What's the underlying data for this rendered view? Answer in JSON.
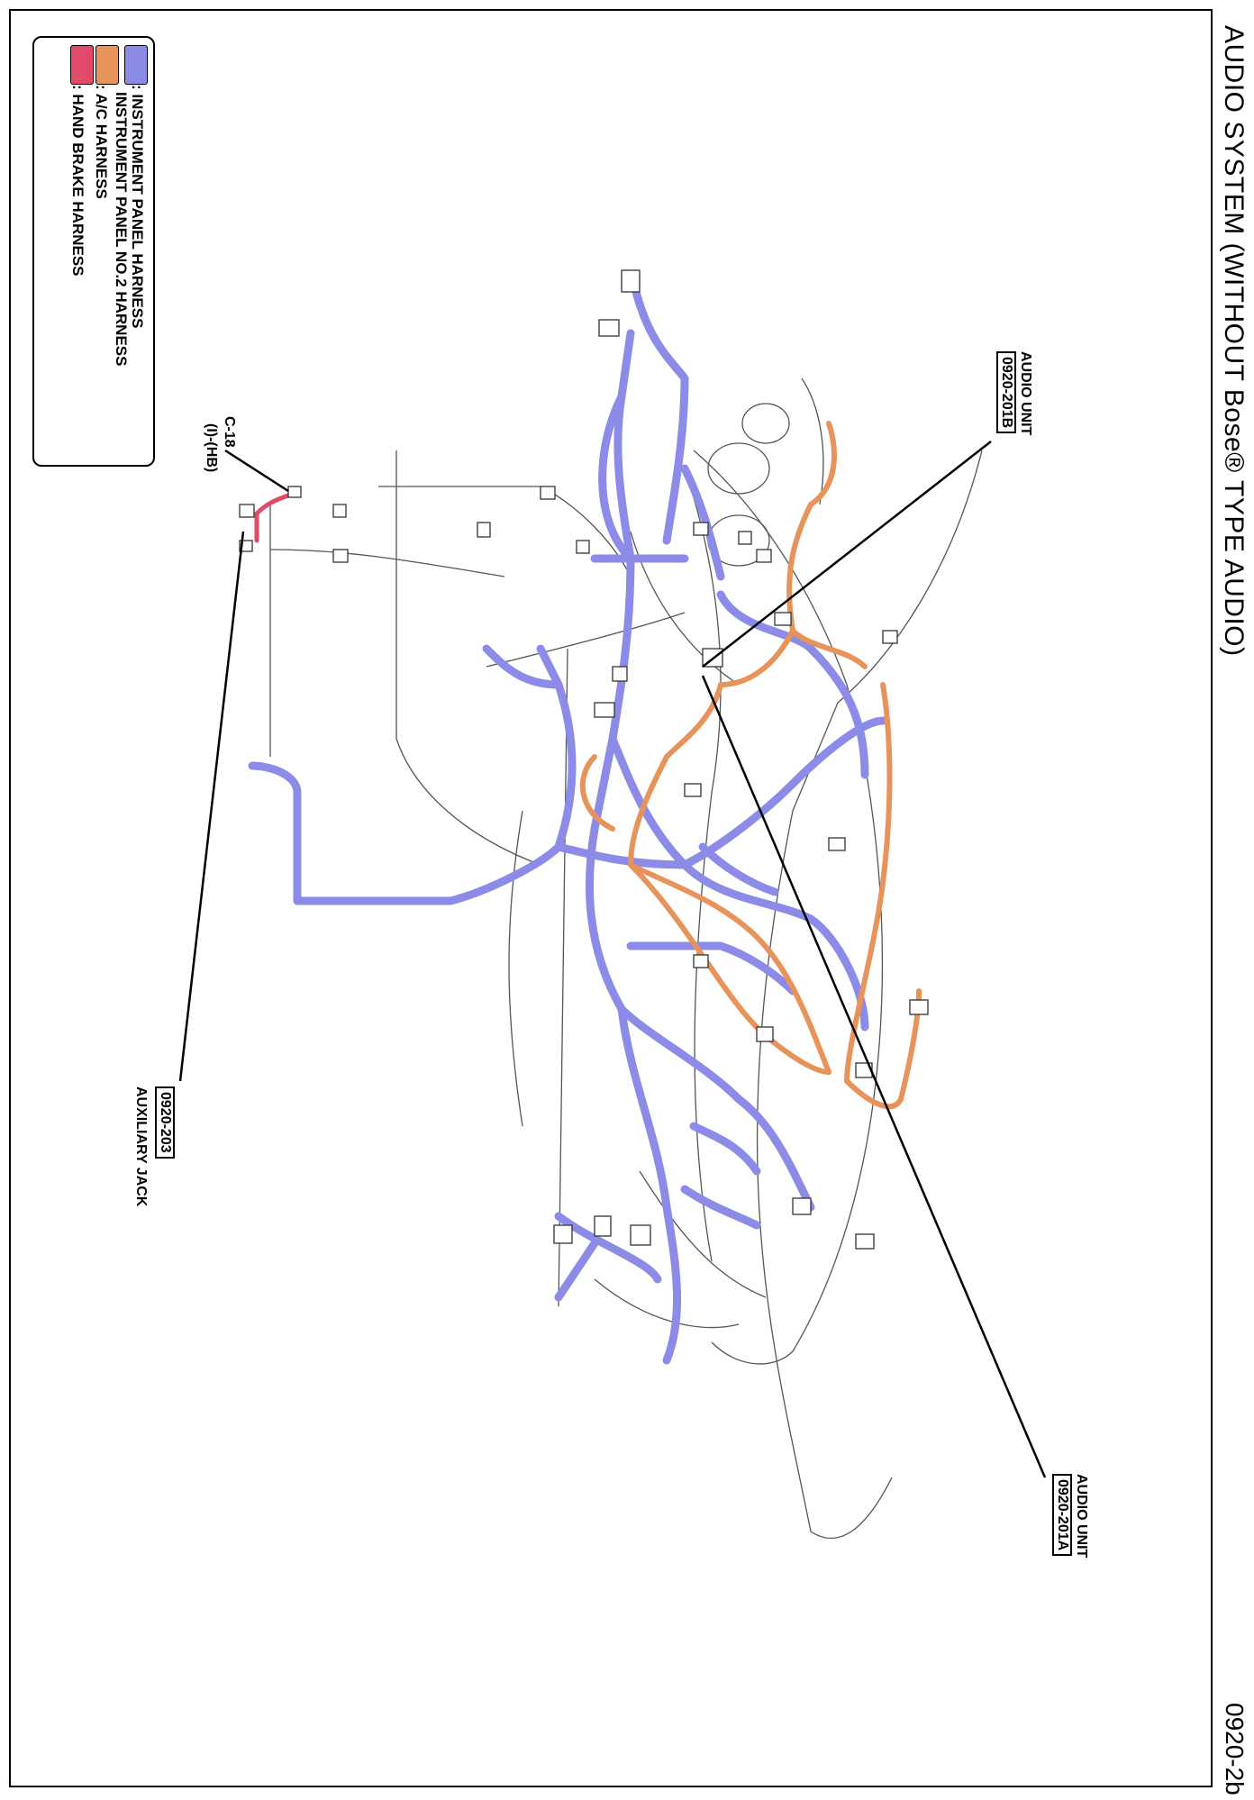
{
  "title": "AUDIO SYSTEM (WITHOUT Bose® TYPE AUDIO)",
  "page_code": "0920-2b",
  "legend": [
    {
      "label": ": INSTRUMENT PANEL HARNESS",
      "color": "#8c8ce8"
    },
    {
      "label": "INSTRUMENT PANEL NO.2 HARNESS",
      "color": "#8c8ce8"
    },
    {
      "label": ": A/C HARNESS",
      "color": "#e8935a"
    },
    {
      "label": ": HAND BRAKE HARNESS",
      "color": "#e24a6a"
    }
  ],
  "callouts": {
    "audio_unit_b": {
      "name": "AUDIO UNIT",
      "code": "0920-201B"
    },
    "audio_unit_a": {
      "name": "AUDIO UNIT",
      "code": "0920-201A"
    },
    "auxiliary_jack": {
      "name": "AUXILIARY JACK",
      "code": "0920-203"
    },
    "connector_c18": {
      "line1": "C-18",
      "line2": "(I)-(HB)"
    }
  }
}
